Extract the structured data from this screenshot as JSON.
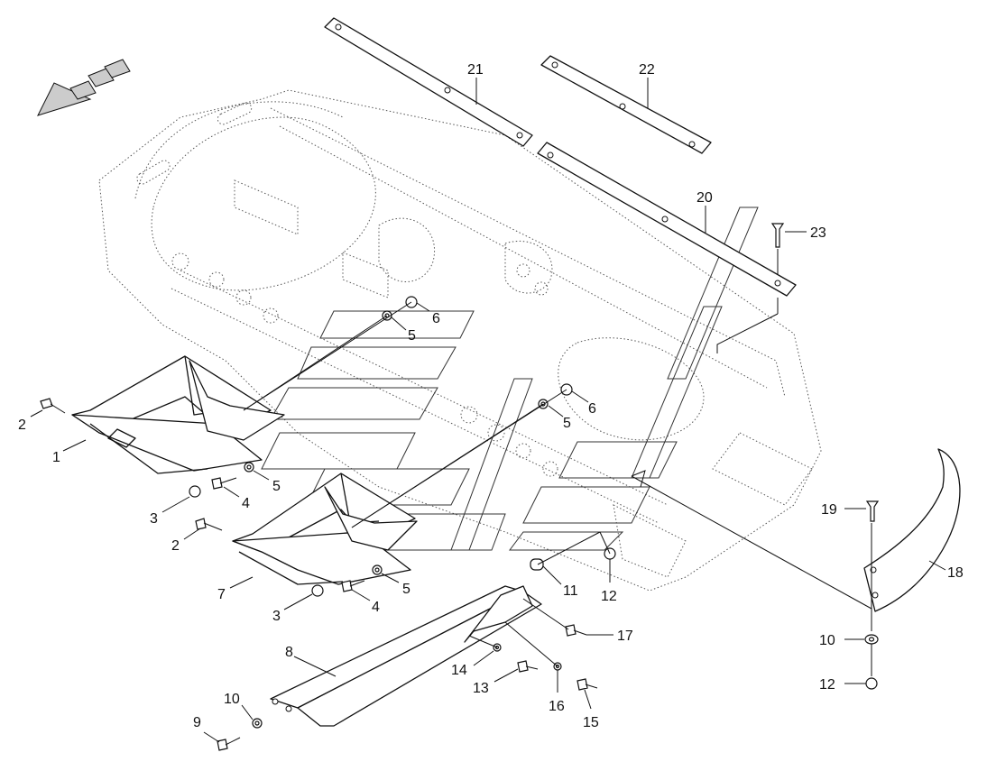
{
  "diagram": {
    "callouts": [
      {
        "id": "c21a",
        "label": "21"
      },
      {
        "id": "c22a",
        "label": "22"
      },
      {
        "id": "c20a",
        "label": "20"
      },
      {
        "id": "c23a",
        "label": "23"
      },
      {
        "id": "c6a",
        "label": "6"
      },
      {
        "id": "c5a",
        "label": "5"
      },
      {
        "id": "c6b",
        "label": "6"
      },
      {
        "id": "c5b",
        "label": "5"
      },
      {
        "id": "c2a",
        "label": "2"
      },
      {
        "id": "c1a",
        "label": "1"
      },
      {
        "id": "c5c",
        "label": "5"
      },
      {
        "id": "c4a",
        "label": "4"
      },
      {
        "id": "c3a",
        "label": "3"
      },
      {
        "id": "c2b",
        "label": "2"
      },
      {
        "id": "c7a",
        "label": "7"
      },
      {
        "id": "c5d",
        "label": "5"
      },
      {
        "id": "c4b",
        "label": "4"
      },
      {
        "id": "c3b",
        "label": "3"
      },
      {
        "id": "c11a",
        "label": "11"
      },
      {
        "id": "c12a",
        "label": "12"
      },
      {
        "id": "c17a",
        "label": "17"
      },
      {
        "id": "c8a",
        "label": "8"
      },
      {
        "id": "c14a",
        "label": "14"
      },
      {
        "id": "c13a",
        "label": "13"
      },
      {
        "id": "c16a",
        "label": "16"
      },
      {
        "id": "c15a",
        "label": "15"
      },
      {
        "id": "c10a",
        "label": "10"
      },
      {
        "id": "c9a",
        "label": "9"
      },
      {
        "id": "c19a",
        "label": "19"
      },
      {
        "id": "c18a",
        "label": "18"
      },
      {
        "id": "c10b",
        "label": "10"
      },
      {
        "id": "c12b",
        "label": "12"
      }
    ]
  }
}
